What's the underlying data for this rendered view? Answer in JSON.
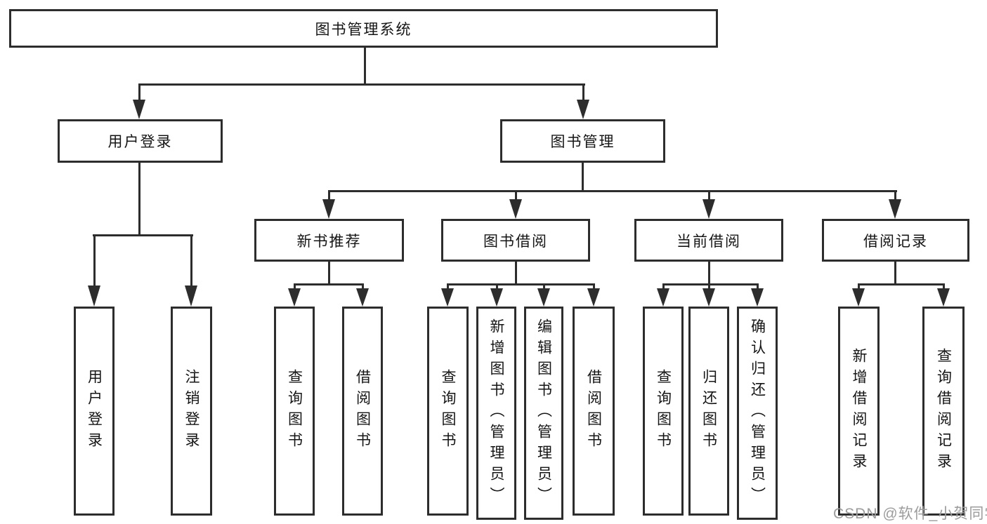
{
  "diagram": {
    "title": "图书管理系统",
    "watermark": "CSDN @软件_小贺同学",
    "level1": {
      "user_login": "用户登录",
      "book_mgmt": "图书管理"
    },
    "level2": {
      "new_books": "新书推荐",
      "book_borrow": "图书借阅",
      "current_borrow": "当前借阅",
      "borrow_records": "借阅记录"
    },
    "leaves": {
      "user_login": "用户登录",
      "logout": "注销登录",
      "nb_query": "查询图书",
      "nb_borrow": "借阅图书",
      "bb_query": "查询图书",
      "bb_add": "新增图书（管理员）",
      "bb_edit": "编辑图书（管理员）",
      "bb_borrow": "借阅图书",
      "cb_query": "查询图书",
      "cb_return": "归还图书",
      "cb_confirm": "确认归还（管理员）",
      "br_add": "新增借阅记录",
      "br_query": "查询借阅记录"
    },
    "colors": {
      "line": "#2d2d2d",
      "text": "#151515",
      "watermark": "#9c9c9c",
      "background": "#ffffff"
    }
  }
}
